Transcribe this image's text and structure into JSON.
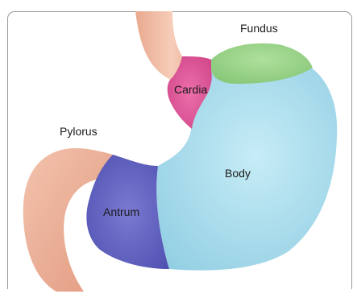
{
  "regions": [
    {
      "key": "fundus",
      "label": "Fundus",
      "color": "#9bd28a"
    },
    {
      "key": "cardia",
      "label": "Cardia",
      "color": "#e0559a"
    },
    {
      "key": "body",
      "label": "Body",
      "color": "#a8dcea"
    },
    {
      "key": "pylorus",
      "label": "Pylorus",
      "color": "#f0b8a0"
    },
    {
      "key": "antrum",
      "label": "Antrum",
      "color": "#6a6ac8"
    }
  ]
}
